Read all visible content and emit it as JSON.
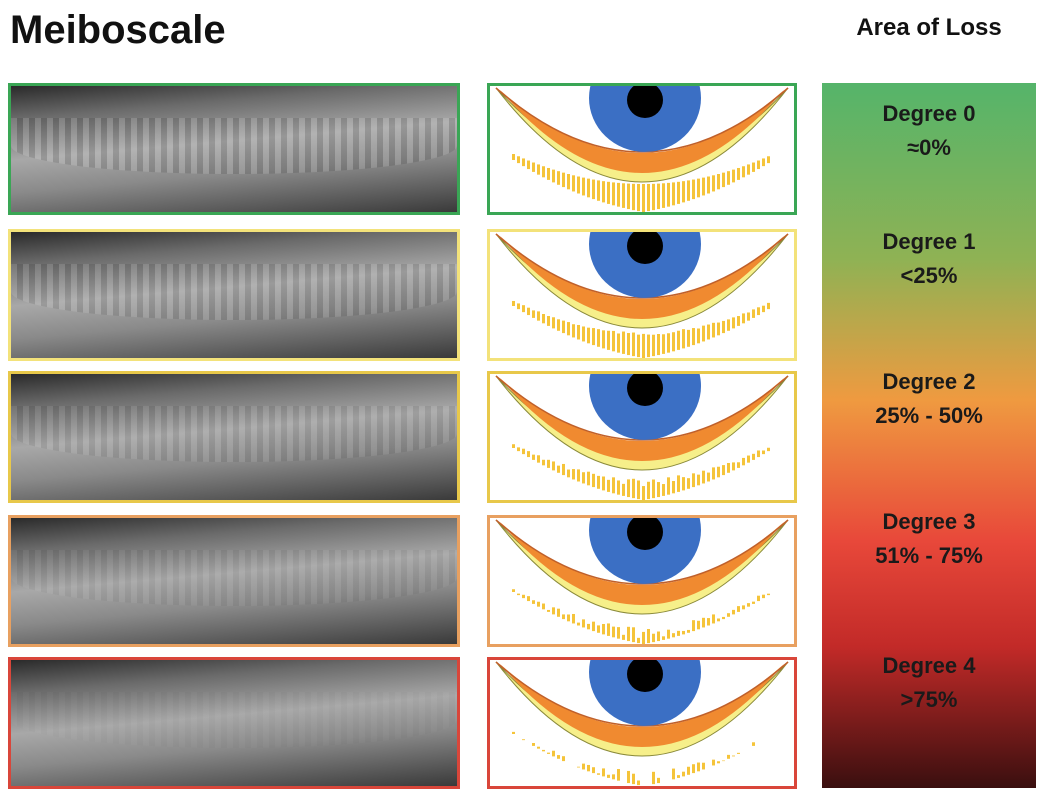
{
  "title": "Meiboscale",
  "legend_title": "Area of Loss",
  "colors": {
    "iris": "#3b6fc4",
    "pupil": "#000000",
    "gland_bg": "#f08a30",
    "gland": "#f5c43a",
    "lid": "#f6ef8a"
  },
  "grades": [
    {
      "degree": "Degree 0",
      "range": "≈0%",
      "border": "#3aa655",
      "loss": 0
    },
    {
      "degree": "Degree 1",
      "range": "<25%",
      "border": "#f3e27a",
      "loss": 0.15
    },
    {
      "degree": "Degree 2",
      "range": "25% - 50%",
      "border": "#e8c84a",
      "loss": 0.38
    },
    {
      "degree": "Degree 3",
      "range": "51% - 75%",
      "border": "#e8a060",
      "loss": 0.62
    },
    {
      "degree": "Degree 4",
      "range": ">75%",
      "border": "#d9463a",
      "loss": 0.85
    }
  ]
}
